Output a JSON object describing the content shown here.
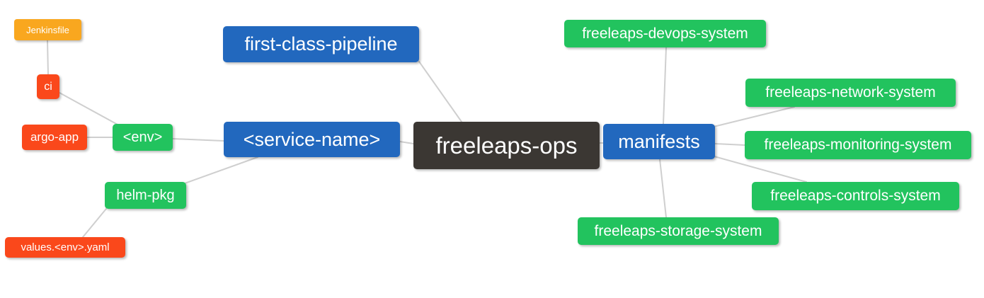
{
  "diagram": {
    "type": "mindmap",
    "root": "freeleaps_ops",
    "nodes": {
      "freeleaps_ops": {
        "label": "freeleaps-ops",
        "level": "root"
      },
      "first_class_pipeline": {
        "label": "first-class-pipeline",
        "level": "branch"
      },
      "service_name": {
        "label": "<service-name>",
        "level": "branch"
      },
      "manifests": {
        "label": "manifests",
        "level": "branch"
      },
      "env": {
        "label": "<env>",
        "level": "leaf-green"
      },
      "helm_pkg": {
        "label": "helm-pkg",
        "level": "leaf-green"
      },
      "ci": {
        "label": "ci",
        "level": "leaf-red"
      },
      "argo_app": {
        "label": "argo-app",
        "level": "leaf-red"
      },
      "values_env_yaml": {
        "label": "values.<env>.yaml",
        "level": "leaf-red"
      },
      "jenkinsfile": {
        "label": "Jenkinsfile",
        "level": "leaf-amber"
      },
      "devops_system": {
        "label": "freeleaps-devops-system",
        "level": "leaf-green"
      },
      "network_system": {
        "label": "freeleaps-network-system",
        "level": "leaf-green"
      },
      "monitoring_system": {
        "label": "freeleaps-monitoring-system",
        "level": "leaf-green"
      },
      "controls_system": {
        "label": "freeleaps-controls-system",
        "level": "leaf-green"
      },
      "storage_system": {
        "label": "freeleaps-storage-system",
        "level": "leaf-green"
      }
    },
    "edges": [
      {
        "from": "jenkinsfile",
        "to": "ci"
      },
      {
        "from": "ci",
        "to": "env"
      },
      {
        "from": "argo_app",
        "to": "env"
      },
      {
        "from": "env",
        "to": "service_name"
      },
      {
        "from": "service_name",
        "to": "helm_pkg"
      },
      {
        "from": "helm_pkg",
        "to": "values_env_yaml"
      },
      {
        "from": "first_class_pipeline",
        "to": "freeleaps_ops"
      },
      {
        "from": "service_name",
        "to": "freeleaps_ops"
      },
      {
        "from": "freeleaps_ops",
        "to": "manifests"
      },
      {
        "from": "manifests",
        "to": "devops_system"
      },
      {
        "from": "manifests",
        "to": "network_system"
      },
      {
        "from": "manifests",
        "to": "monitoring_system"
      },
      {
        "from": "manifests",
        "to": "controls_system"
      },
      {
        "from": "manifests",
        "to": "storage_system"
      }
    ],
    "colors": {
      "root": "#3B3733",
      "primary": "#2268BE",
      "success": "#22C35E",
      "danger": "#FA481B",
      "warning": "#F9A71F",
      "edge": "#CFCFCF",
      "text": "#FFFFFF",
      "background": "#FFFFFF"
    }
  }
}
